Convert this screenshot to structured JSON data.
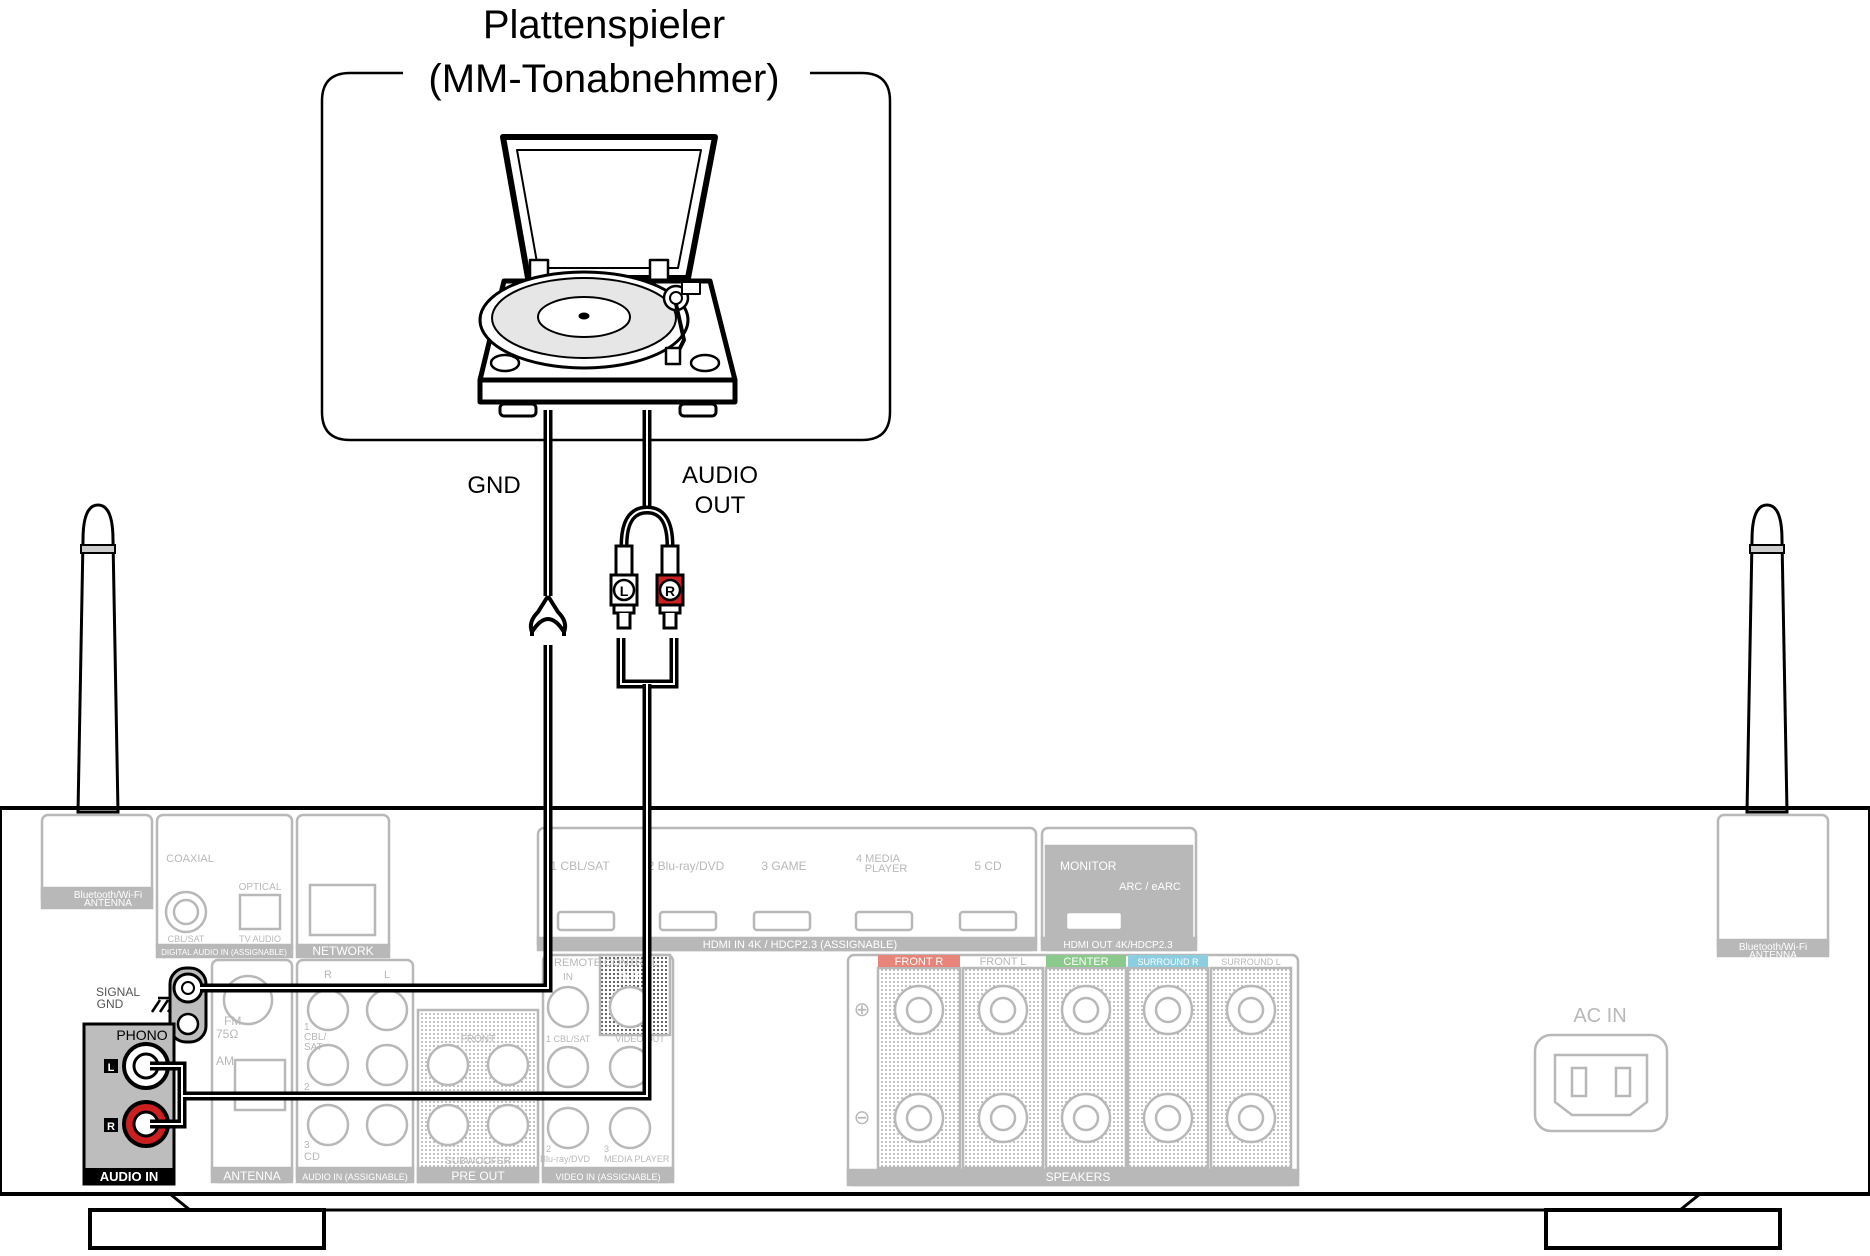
{
  "title": {
    "line1": "Plattenspieler",
    "line2": "(MM-Tonabnehmer)"
  },
  "cable_labels": {
    "gnd": "GND",
    "audio_out_1": "AUDIO",
    "audio_out_2": "OUT"
  },
  "plug_labels": {
    "left": "L",
    "right": "R"
  },
  "receiver": {
    "bt_antenna_left": "Bluetooth/Wi-Fi",
    "bt_antenna_left_2": "ANTENNA",
    "bt_antenna_right": "Bluetooth/Wi-Fi",
    "bt_antenna_right_2": "ANTENNA",
    "coaxial": "COAXIAL",
    "optical": "OPTICAL",
    "cbl_sat": "CBL/SAT",
    "tv_audio": "TV AUDIO",
    "digital_audio_in": "DIGITAL AUDIO IN (ASSIGNABLE)",
    "network": "NETWORK",
    "signal_gnd_1": "SIGNAL",
    "signal_gnd_2": "GND",
    "phono": "PHONO",
    "phono_l": "L",
    "phono_r": "R",
    "audio_in": "AUDIO IN",
    "fm": "FM",
    "fm_ohm": "75Ω",
    "am": "AM",
    "antenna": "ANTENNA",
    "audio_r": "R",
    "audio_l": "L",
    "audio_1": "1",
    "audio_cbl": "CBL/",
    "audio_sat": "SAT",
    "audio_2": "2",
    "audio_3": "3",
    "audio_cd": "CD",
    "audio_in_assignable": "AUDIO IN (ASSIGNABLE)",
    "front": "FRONT",
    "subwoofer": "SUBWOOFER",
    "pre_out": "PRE OUT",
    "remote_control": "REMOTE CONTROL",
    "remote_in": "IN",
    "remote_out": "OUT",
    "video_1": "1 CBL/SAT",
    "video_out": "VIDEO OUT",
    "video_2": "2",
    "video_bluray": "Blu-ray/DVD",
    "video_3": "3",
    "video_media": "MEDIA PLAYER",
    "video_in": "VIDEO IN (ASSIGNABLE)",
    "hdmi_1": "1 CBL/SAT",
    "hdmi_2": "2 Blu-ray/DVD",
    "hdmi_3": "3 GAME",
    "hdmi_4a": "4 MEDIA",
    "hdmi_4b": "PLAYER",
    "hdmi_5": "5 CD",
    "hdmi_in": "HDMI IN  4K / HDCP2.3 (ASSIGNABLE)",
    "monitor": "MONITOR",
    "arc": "ARC / eARC",
    "hdmi_out": "HDMI OUT 4K/HDCP2.3",
    "front_r": "FRONT R",
    "front_l": "FRONT L",
    "center": "CENTER",
    "surround_r": "SURROUND R",
    "surround_l": "SURROUND L",
    "plus": "⊕",
    "minus": "⊖",
    "speakers": "SPEAKERS",
    "ac_in": "AC IN"
  },
  "colors": {
    "line": "#000000",
    "faded": "#b8b8b8",
    "phono_panel": "#bdbdbd",
    "red_jack": "#cc1f1f",
    "front_r": "#e8847a",
    "center": "#8cc98c",
    "surround_r": "#8ccde0"
  }
}
